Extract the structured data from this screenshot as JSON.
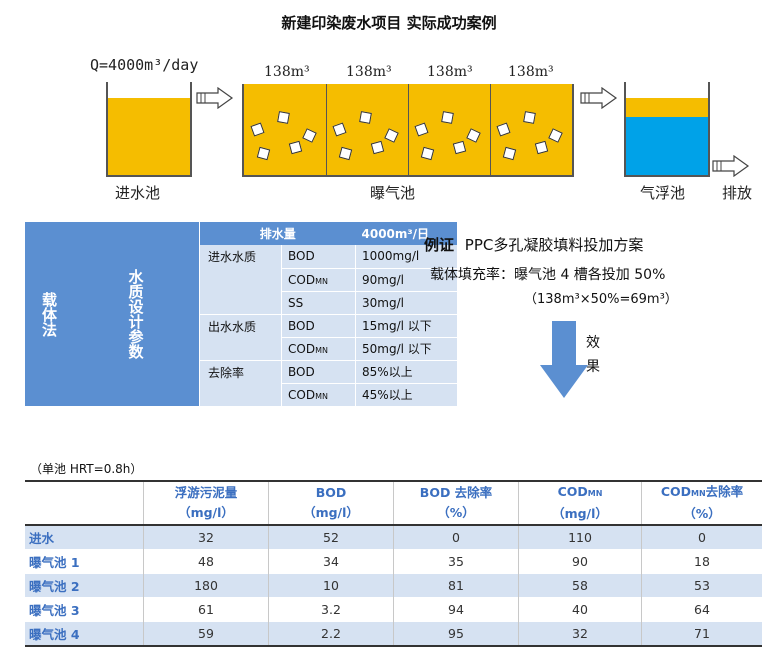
{
  "title": "新建印染废水项目  实际成功案例",
  "flow": {
    "q_label": "Q=4000m³/day",
    "tank_volume": "138m³",
    "inlet_label": "进水池",
    "aeration_label": "曝气池",
    "flotation_label": "气浮池",
    "discharge_label": "排放"
  },
  "colors": {
    "orange": "#f5bd00",
    "blue": "#00a2e8",
    "table_blue": "#5b8fd1",
    "row_light": "#d6e2f2"
  },
  "design_table": {
    "side_a": "载体法",
    "side_b": "水质设计参数",
    "header_label": "排水量",
    "header_value": "4000m³/日",
    "groups": [
      {
        "name": "进水水质",
        "rows": [
          {
            "param": "BOD",
            "value": "1000mg/l"
          },
          {
            "param": "CODMN",
            "value": "90mg/l"
          },
          {
            "param": "SS",
            "value": "30mg/l"
          }
        ]
      },
      {
        "name": "出水水质",
        "rows": [
          {
            "param": "BOD",
            "value": "15mg/l 以下"
          },
          {
            "param": "CODMN",
            "value": "50mg/l 以下"
          }
        ]
      },
      {
        "name": "去除率",
        "rows": [
          {
            "param": "BOD",
            "value": "85%以上"
          },
          {
            "param": "CODMN",
            "value": "45%以上"
          }
        ]
      }
    ]
  },
  "example": {
    "prefix": "例证",
    "text": "PPC多孔凝胶填料投加方案",
    "line2": "载体填充率：曝气池 4 槽各投加 50%",
    "line3": "（138m³×50%=69m³）",
    "effect1": "效",
    "effect2": "果"
  },
  "result_table": {
    "note": "（单池 HRT=0.8h）",
    "headers": [
      {
        "l1": "",
        "l2": ""
      },
      {
        "l1": "浮游污泥量",
        "l2": "（mg/l）"
      },
      {
        "l1": "BOD",
        "l2": "（mg/l）"
      },
      {
        "l1": "BOD 去除率",
        "l2": "（%）"
      },
      {
        "l1": "CODMN",
        "l2": "（mg/l）"
      },
      {
        "l1": "CODMN去除率",
        "l2": "（%）"
      }
    ],
    "rows": [
      {
        "name": "进水",
        "cells": [
          "32",
          "52",
          "0",
          "110",
          "0"
        ]
      },
      {
        "name": "曝气池 1",
        "cells": [
          "48",
          "34",
          "35",
          "90",
          "18"
        ]
      },
      {
        "name": "曝气池 2",
        "cells": [
          "180",
          "10",
          "81",
          "58",
          "53"
        ]
      },
      {
        "name": "曝气池 3",
        "cells": [
          "61",
          "3.2",
          "94",
          "40",
          "64"
        ]
      },
      {
        "name": "曝气池 4",
        "cells": [
          "59",
          "2.2",
          "95",
          "32",
          "71"
        ]
      }
    ]
  }
}
